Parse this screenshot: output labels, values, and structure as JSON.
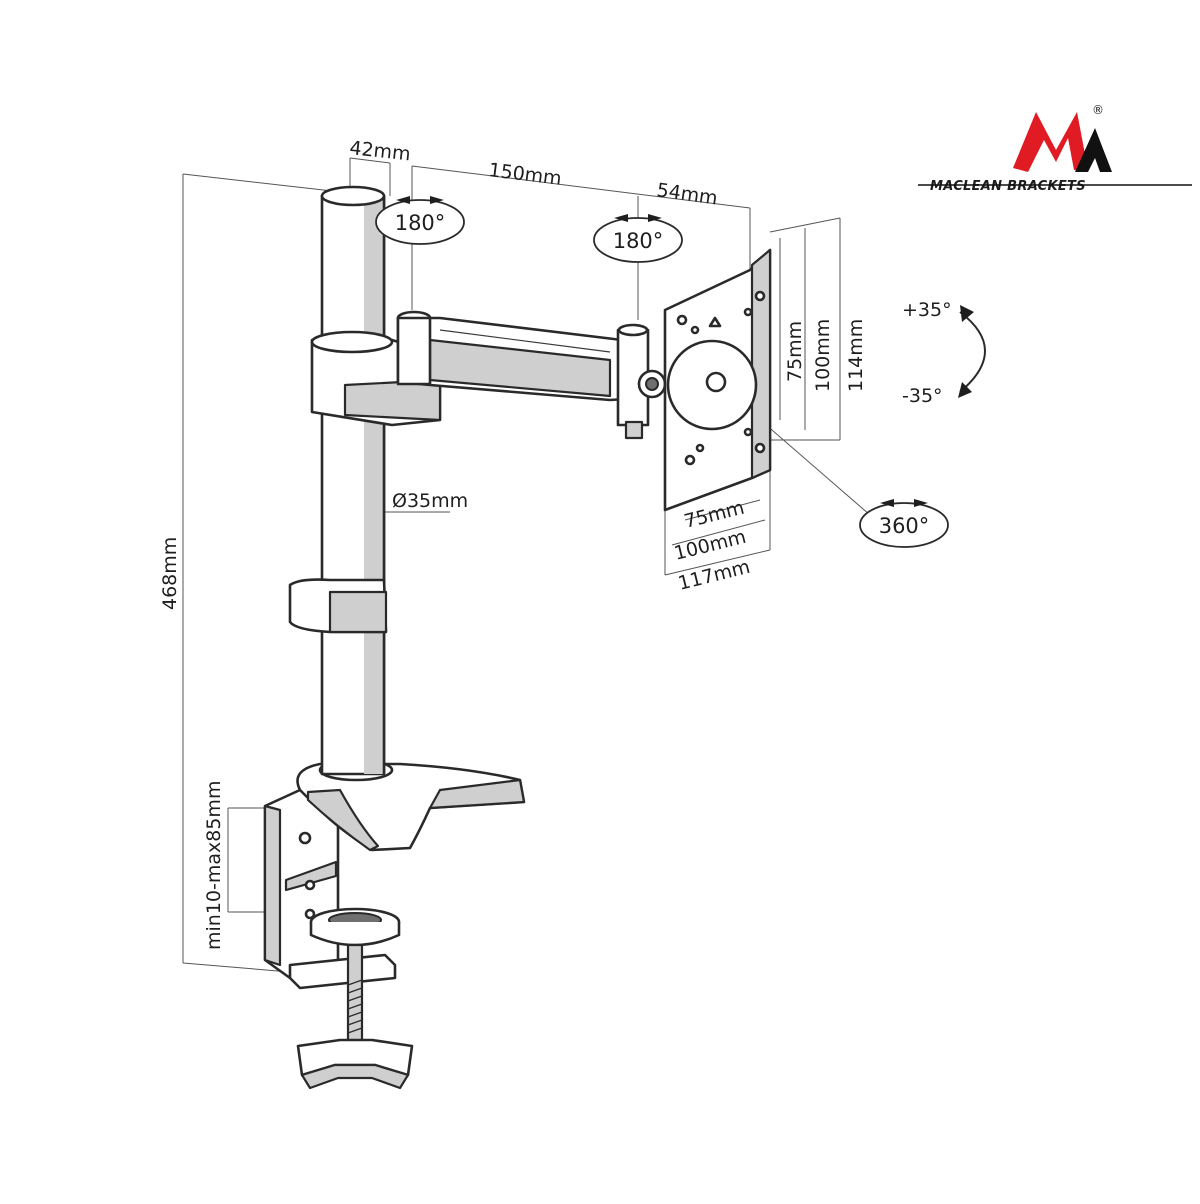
{
  "brand": {
    "name": "MACLEAN BRACKETS",
    "registered": "®",
    "colors": {
      "red": "#e01b24",
      "black": "#111111"
    }
  },
  "dimensions": {
    "pole_width": "42mm",
    "arm_length": "150mm",
    "plate_offset": "54mm",
    "total_height": "468mm",
    "pole_diameter": "Ø35mm",
    "clamp_range": "min10-max85mm",
    "vesa_h_small": "75mm",
    "vesa_h_large": "100mm",
    "plate_height": "114mm",
    "vesa_w_small": "75mm",
    "vesa_w_large": "100mm",
    "plate_width": "117mm"
  },
  "rotations": {
    "arm_swivel": "180°",
    "head_swivel": "180°",
    "plate_rotation": "360°",
    "tilt_up": "+35°",
    "tilt_down": "-35°"
  }
}
